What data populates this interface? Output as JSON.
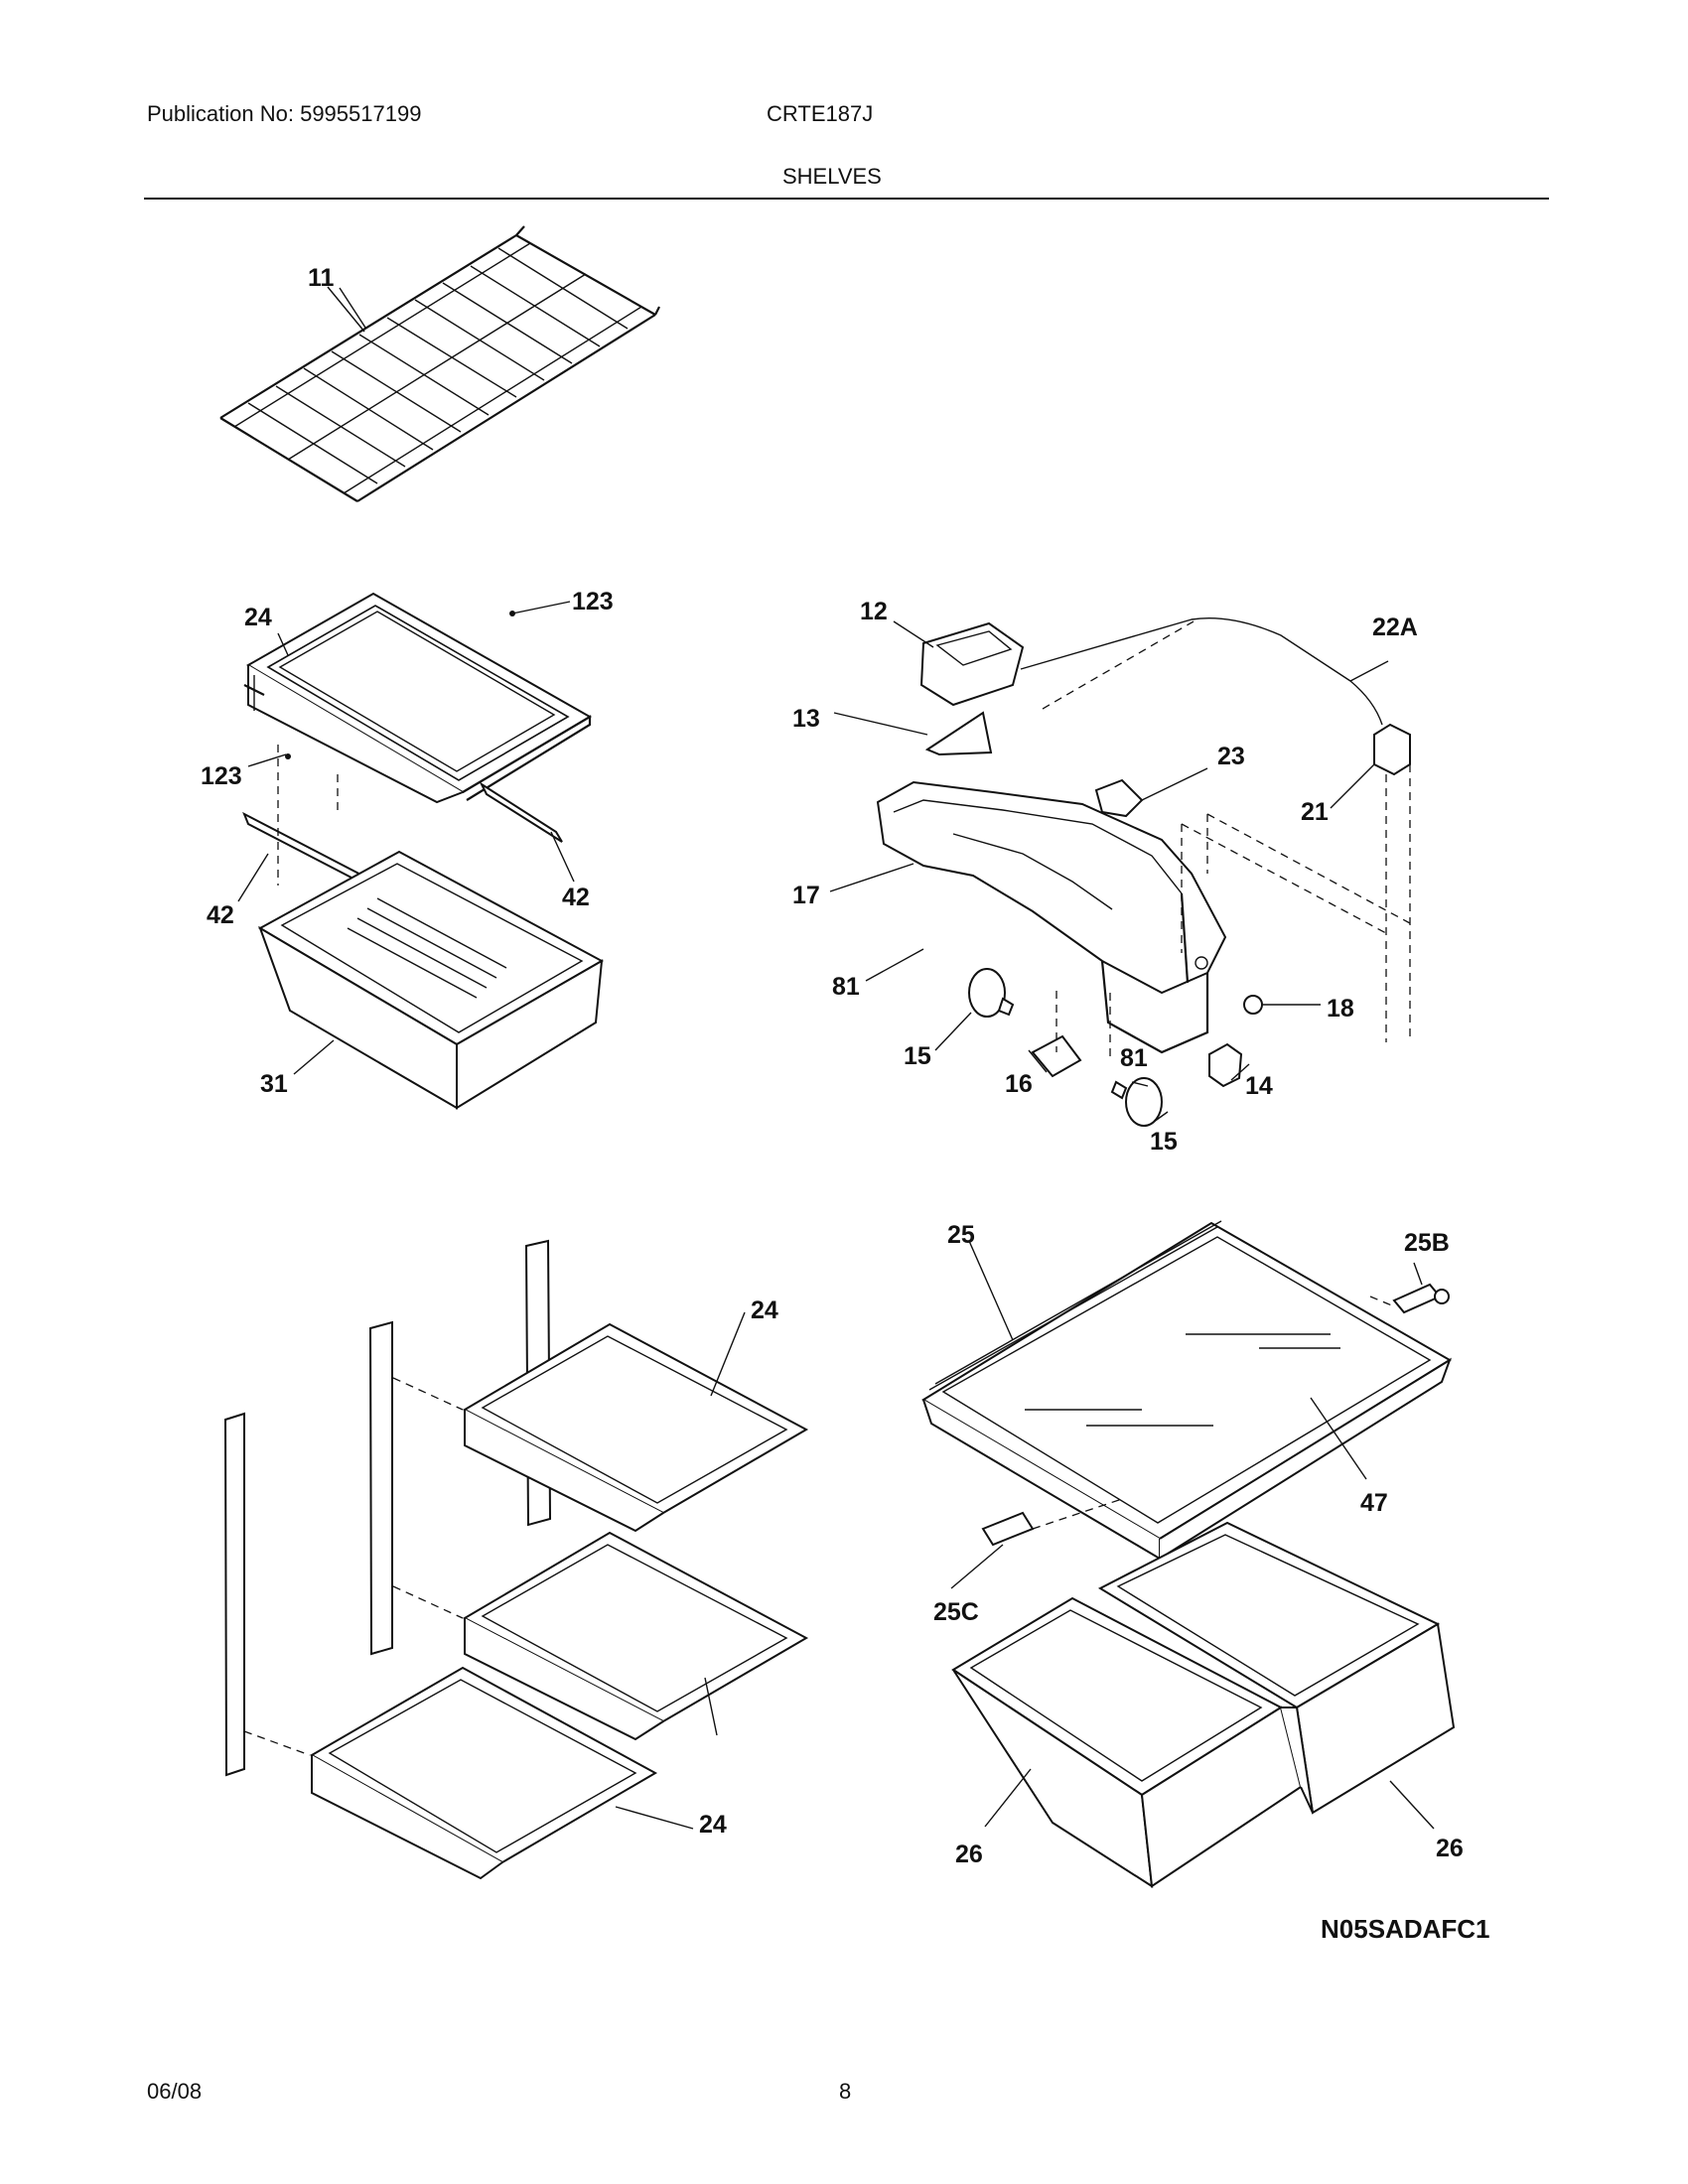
{
  "header": {
    "publication": "Publication No: 5995517199",
    "model": "CRTE187J",
    "section_title": "SHELVES"
  },
  "footer": {
    "date": "06/08",
    "page_number": "8"
  },
  "diagram_code": "N05SADAFC1",
  "callouts": {
    "wire_shelf": "11",
    "shelf_glass_top": "24",
    "screw_top": "123",
    "screw_left": "123",
    "rail_right": "42",
    "rail_left": "42",
    "pan": "31",
    "light_shield": "12",
    "light_lens": "13",
    "control_housing": "17",
    "screw_81_left": "81",
    "bulb_left": "15",
    "socket": "16",
    "screw_81_right": "81",
    "bulb_bottom": "15",
    "switch": "14",
    "bushing": "18",
    "thermostat": "23",
    "harness": "22A",
    "switch_21": "21",
    "cantilever_shelf": "24",
    "cantilever_shelf_lower": "24",
    "crisper_cover_frame": "25",
    "support_right": "25B",
    "support_left": "25C",
    "crisper_glass": "47",
    "crisper_left": "26",
    "crisper_right": "26"
  }
}
